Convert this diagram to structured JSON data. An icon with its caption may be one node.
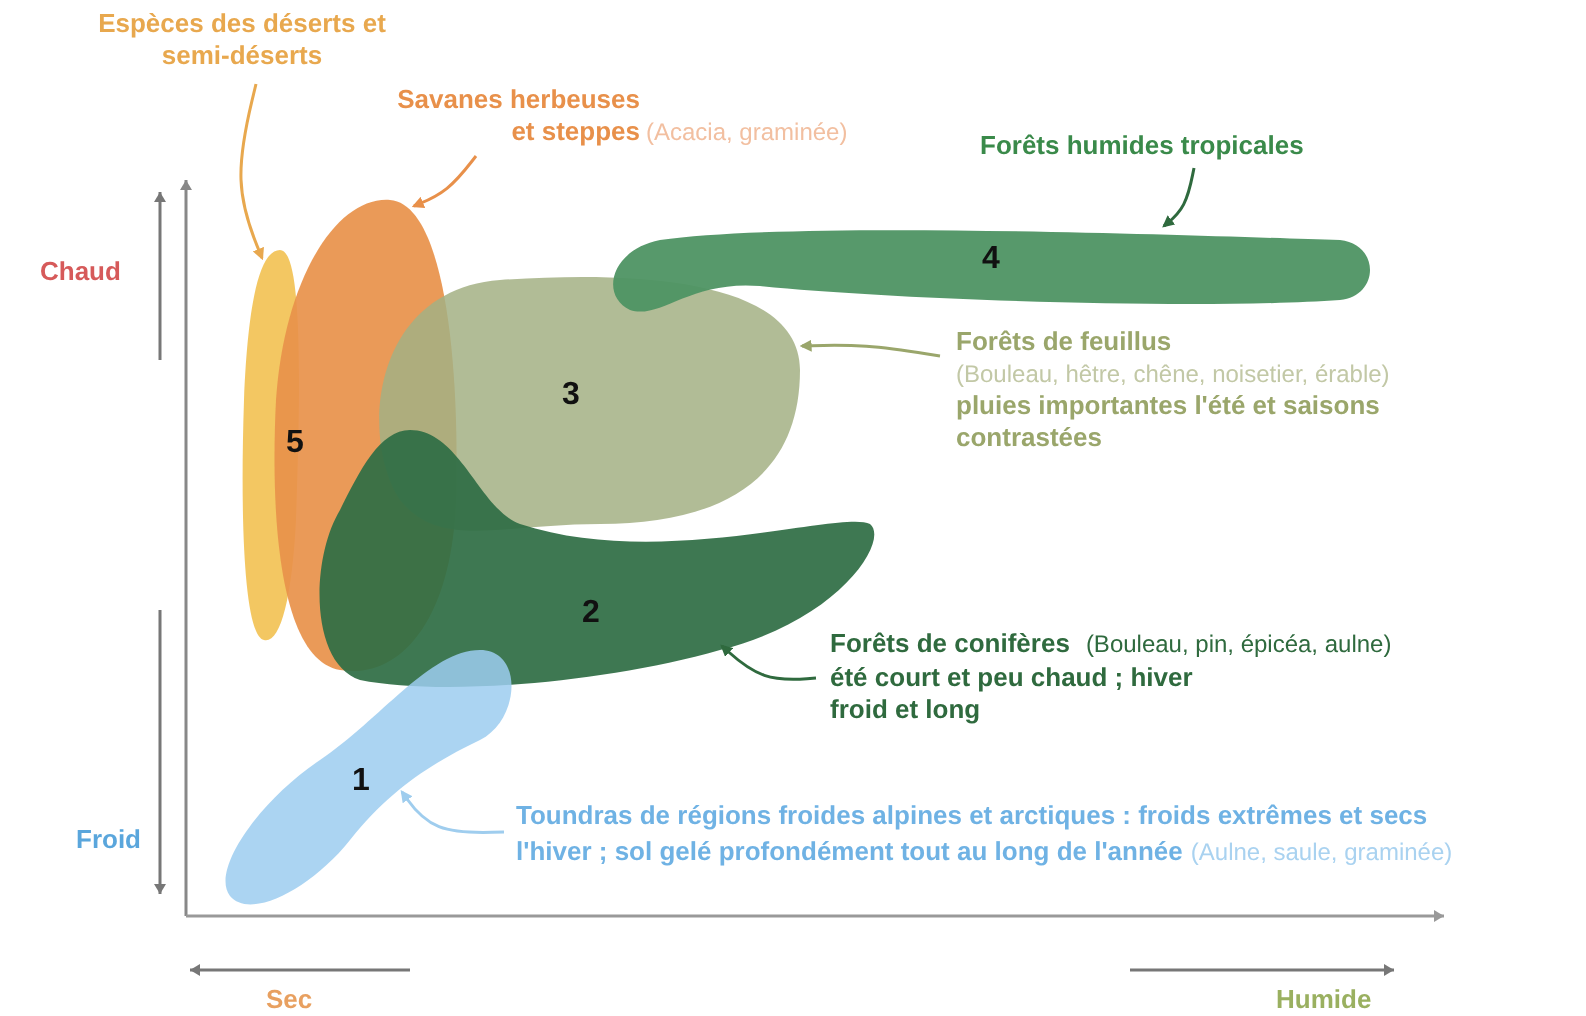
{
  "diagram": {
    "nodes": [
      {
        "text": [
          "Espèces des déserts et semi-déserts"
        ]
      },
      {
        "text": [
          "Savanes herbeuses et steppes",
          "(Acacia, graminée)"
        ]
      },
      {
        "text": [
          "Forêts humides tropicales"
        ]
      },
      {
        "text": [
          "Forêts de feuillus",
          "(Bouleau, hêtre, chêne, noisetier, érable)",
          "pluies importantes l'été et saisons contrastées"
        ]
      },
      {
        "text": [
          "Forêts de conifères",
          "(Bouleau, pin, épicéa, aulne)",
          "été court et peu chaud ; hiver froid et long"
        ]
      },
      {
        "text": [
          "Toundras de régions froides alpines et arctiques : froids extrêmes et secs l'hiver ; sol gelé profondément tout au long de l'année",
          "(Aulne, saule, graminée)"
        ]
      },
      {
        "text": [
          "5"
        ]
      },
      {
        "text": [],
        "shape": "ellipse"
      },
      {
        "text": [
          "3"
        ]
      },
      {
        "text": [
          "4"
        ]
      },
      {
        "text": [
          "2"
        ]
      },
      {
        "text": [
          "1"
        ]
      }
    ],
    "edges": [
      {
        "from": 0,
        "to": 6,
        "arrow": "to",
        "color": "#e8a84e"
      },
      {
        "from": 1,
        "to": 7,
        "arrow": "to",
        "color": "#e8904a"
      },
      {
        "from": 2,
        "to": 9,
        "arrow": "to",
        "color": "#2f6a3e"
      },
      {
        "from": 3,
        "to": 8,
        "arrow": "to",
        "color": "#9aa66b"
      },
      {
        "from": 4,
        "to": 10,
        "arrow": "to",
        "color": "#2f6a3e"
      },
      {
        "from": 5,
        "to": 11,
        "arrow": "to",
        "color": "#9fcdee"
      }
    ],
    "labels": [
      "Chaud",
      "Froid",
      "Sec",
      "Humide"
    ]
  }
}
